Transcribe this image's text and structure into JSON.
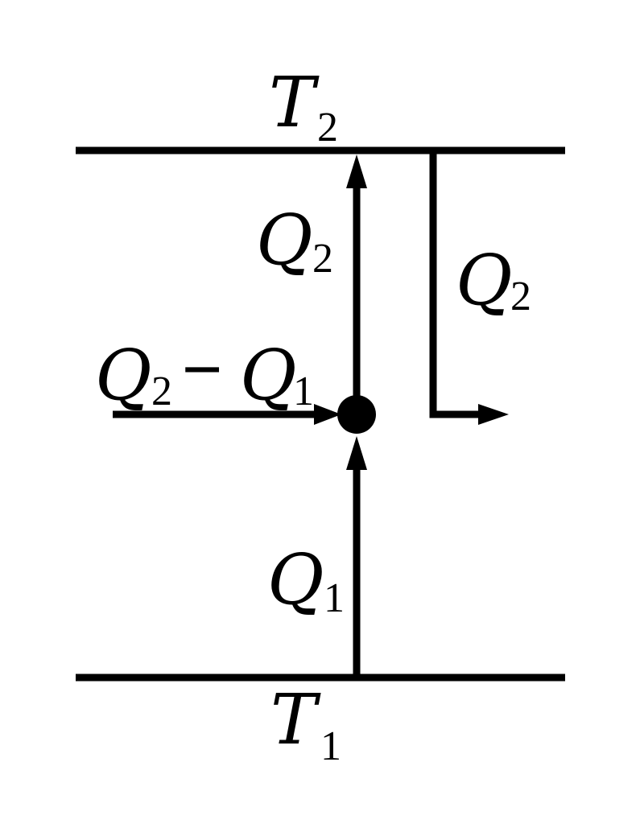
{
  "reservoirs": {
    "hot": {
      "symbol": "T",
      "subscript": "2"
    },
    "cold": {
      "symbol": "T",
      "subscript": "1"
    }
  },
  "flows": {
    "up_upper": {
      "symbol": "Q",
      "subscript": "2"
    },
    "up_lower": {
      "symbol": "Q",
      "subscript": "1"
    },
    "output": {
      "symbol": "Q",
      "subscript": "2"
    },
    "input_left": {
      "a_symbol": "Q",
      "a_subscript": "2",
      "operator": "−",
      "b_symbol": "Q",
      "b_subscript": "1"
    }
  },
  "colors": {
    "stroke": "#000000",
    "background": "#ffffff"
  }
}
